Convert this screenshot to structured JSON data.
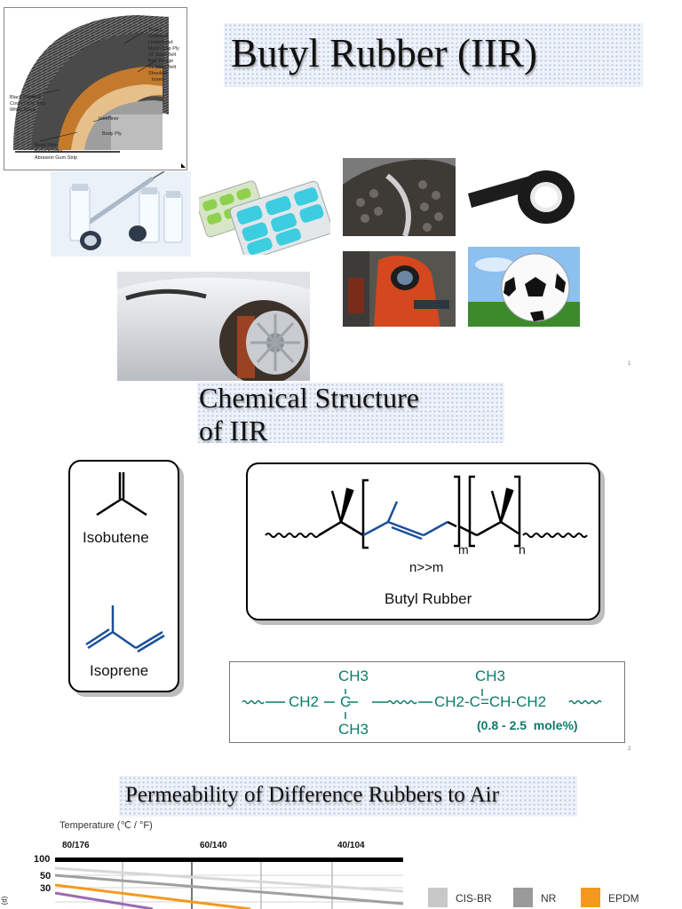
{
  "slide1": {
    "title": "Butyl Rubber (IIR)",
    "page_number": "1",
    "tire_labels": {
      "tread": "Tread",
      "subtread": "Subtread",
      "undertread": "Undertread",
      "nylon_cap_ply": "Nylon Cap Ply",
      "steel_belt_2": "#2 Steel Belt",
      "belt_wedge": "Belt Wedge",
      "steel_belt_1": "#1 Steel Belt",
      "shoulder": "Shoulder",
      "insert": "Insert",
      "black_sidewall": "Black Sidewall",
      "cover_gum_strip": "Cover Gum Strip",
      "white_stripe": "White Stripe",
      "innerliner": "Innerliner",
      "body_ply": "Body Ply",
      "bead_filler": "Bead Filler",
      "bead_bundle": "Bead Bundle",
      "abrasion_gum_strip": "Abrasion Gum Strip"
    }
  },
  "slide2": {
    "title_line1": "Chemical Structure",
    "title_line2": "of IIR",
    "isobutene_label": "Isobutene",
    "isoprene_label": "Isoprene",
    "sub_m": "m",
    "sub_n": "n",
    "ratio": "n>>m",
    "butyl_label": "Butyl Rubber",
    "formula": {
      "ch3_top_left": "CH3",
      "ch3_bottom_left": "CH3",
      "ch3_top_right": "CH3",
      "chain_left": "CH2",
      "carbon": "C",
      "chain_right": "CH2-C=CH-CH2",
      "mole_percent": "(0.8 - 2.5  mole%)"
    },
    "page_number": "2"
  },
  "slide3": {
    "title": "Permeability of Difference Rubbers to Air",
    "axis_title": "Temperature (℃ / °F)",
    "top_ticks": [
      "80/176",
      "60/140",
      "40/104"
    ],
    "y_ticks": [
      "100",
      "50",
      "30"
    ],
    "legend": [
      {
        "name": "CIS-BR",
        "color": "#c8c8c8"
      },
      {
        "name": "NR",
        "color": "#9a9a9a"
      },
      {
        "name": "EPDM",
        "color": "#f39a1e"
      }
    ],
    "side_label": "(d)"
  }
}
